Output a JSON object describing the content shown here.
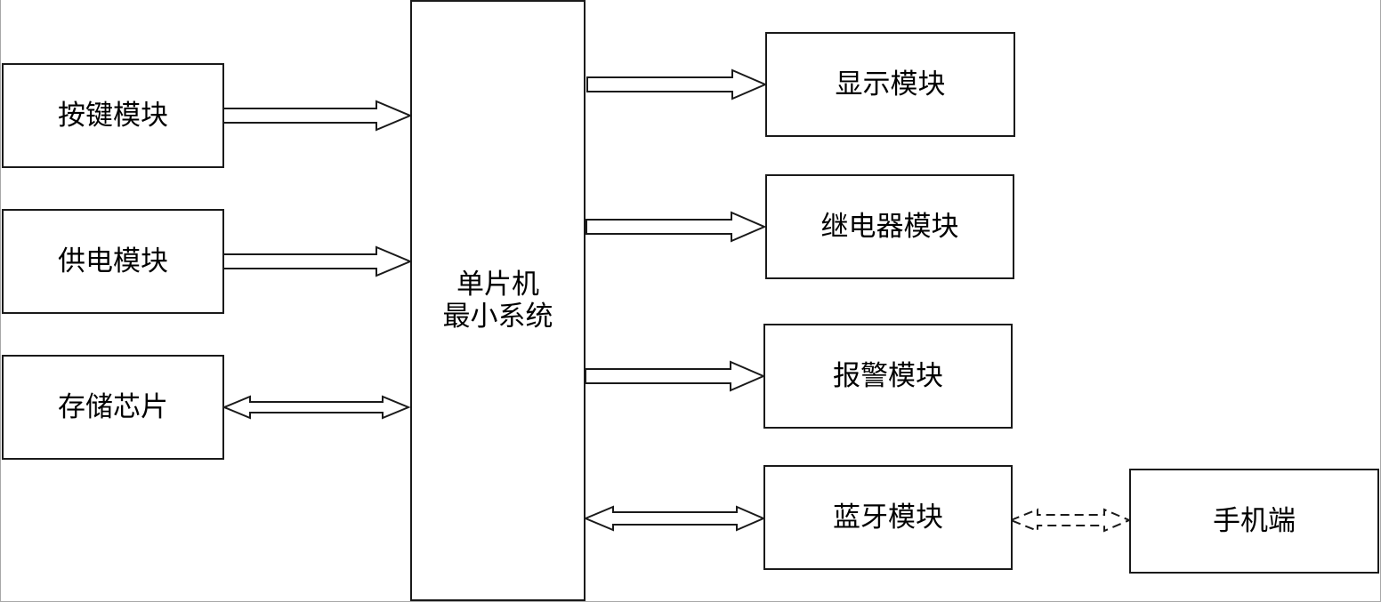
{
  "diagram": {
    "left_modules": [
      {
        "id": "keys",
        "label": "按键模块",
        "link": "to-mcu"
      },
      {
        "id": "power",
        "label": "供电模块",
        "link": "to-mcu"
      },
      {
        "id": "storage",
        "label": "存储芯片",
        "link": "bidirectional"
      }
    ],
    "center": {
      "label_line1": "单片机",
      "label_line2": "最小系统"
    },
    "right_modules": [
      {
        "id": "display",
        "label": "显示模块",
        "link": "from-mcu"
      },
      {
        "id": "relay",
        "label": "继电器模块",
        "link": "from-mcu"
      },
      {
        "id": "alarm",
        "label": "报警模块",
        "link": "from-mcu"
      },
      {
        "id": "bluetooth",
        "label": "蓝牙模块",
        "link": "bidirectional"
      }
    ],
    "external": {
      "id": "phone",
      "label": "手机端",
      "link": "wireless-bidirectional"
    },
    "colors": {
      "stroke": "#1a1a1a",
      "fill": "#ffffff",
      "frame": "#a8a8a8"
    }
  }
}
